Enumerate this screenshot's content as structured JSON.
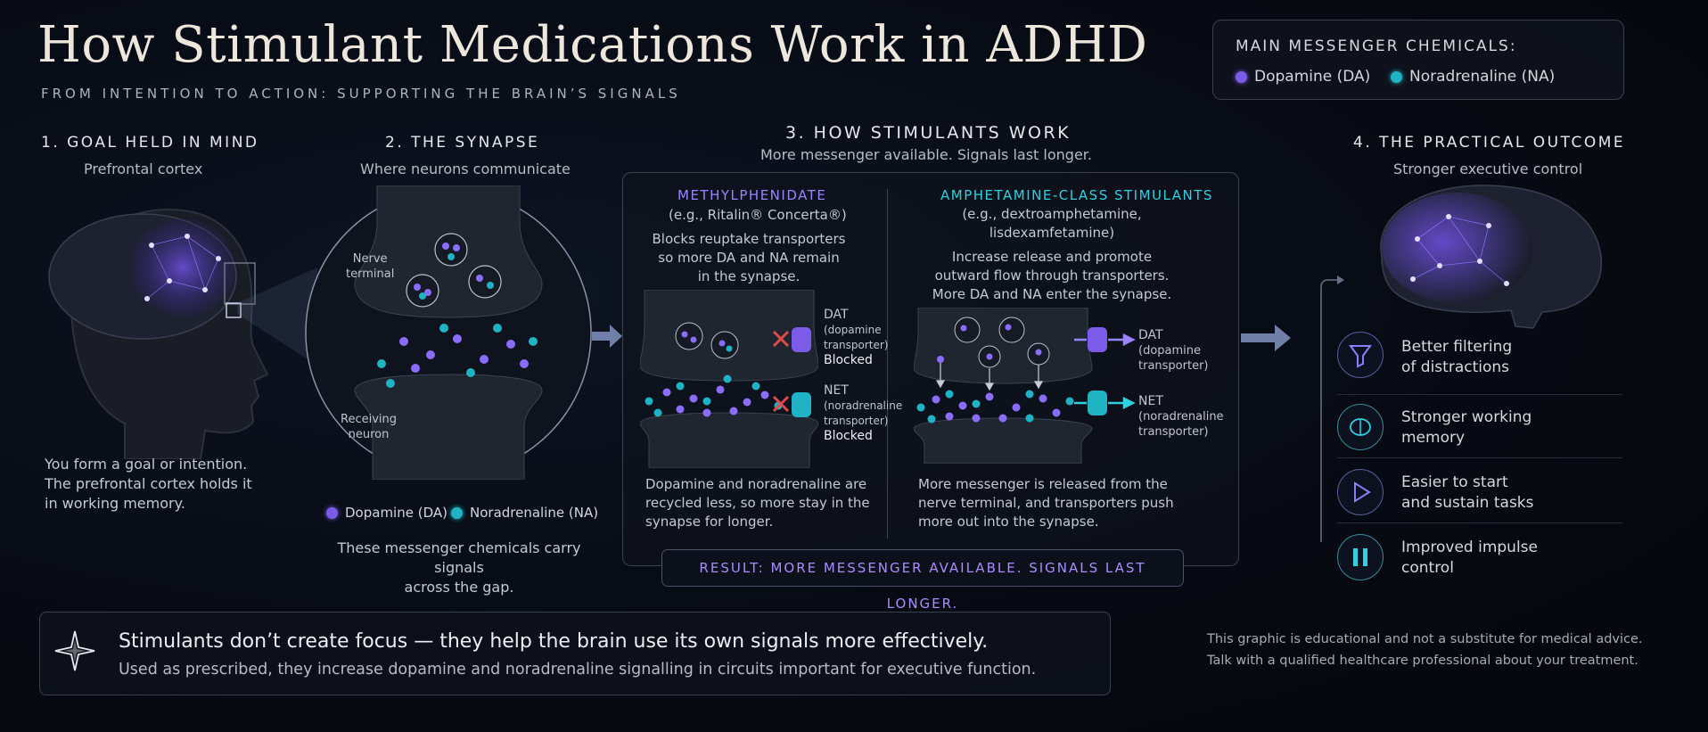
{
  "header": {
    "title": "How Stimulant Medications Work in ADHD",
    "subtitle": "FROM INTENTION TO ACTION: SUPPORTING THE BRAIN’S SIGNALS"
  },
  "legend": {
    "title": "MAIN MESSENGER CHEMICALS:",
    "items": [
      {
        "label": "Dopamine (DA)",
        "color": "#7b5ce8"
      },
      {
        "label": "Noradrenaline (NA)",
        "color": "#1fb3c4"
      }
    ]
  },
  "section1": {
    "heading": "1. GOAL HELD IN MIND",
    "sub": "Prefrontal cortex",
    "body": [
      "You form a goal or intention.",
      "The prefrontal cortex holds it",
      "in working memory."
    ]
  },
  "section2": {
    "heading": "2. THE SYNAPSE",
    "sub": "Where neurons communicate",
    "label_nerve": [
      "Nerve",
      "terminal"
    ],
    "label_receiving": [
      "Receiving",
      "neuron"
    ],
    "legend_da": "Dopamine (DA)",
    "legend_na": "Noradrenaline (NA)",
    "body": [
      "These messenger chemicals carry signals",
      "across the gap."
    ]
  },
  "section3": {
    "heading": "3. HOW STIMULANTS WORK",
    "sub": "More messenger available. Signals last longer.",
    "methylphenidate": {
      "title": "METHYLPHENIDATE",
      "examples": "(e.g., Ritalin® Concerta®)",
      "desc": [
        "Blocks reuptake transporters",
        "so more DA and NA remain",
        "in the synapse."
      ],
      "dat": [
        "DAT",
        "(dopamine",
        "transporter)"
      ],
      "dat_status": "Blocked",
      "net": [
        "NET",
        "(noradrenaline",
        "transporter)"
      ],
      "net_status": "Blocked",
      "footer": [
        "Dopamine and noradrenaline are",
        "recycled less, so more stay in the",
        "synapse for longer."
      ]
    },
    "amphetamine": {
      "title": "AMPHETAMINE-CLASS STIMULANTS",
      "examples": [
        "(e.g., dextroamphetamine,",
        "lisdexamfetamine)"
      ],
      "desc": [
        "Increase release and promote",
        "outward flow through transporters.",
        "More DA and NA enter the synapse."
      ],
      "dat": [
        "DAT",
        "(dopamine",
        "transporter)"
      ],
      "net": [
        "NET",
        "(noradrenaline",
        "transporter)"
      ],
      "footer": [
        "More messenger is released from the",
        "nerve terminal, and transporters push",
        "more out into the synapse."
      ]
    },
    "result": "RESULT: MORE MESSENGER AVAILABLE. SIGNALS LAST LONGER."
  },
  "section4": {
    "heading": "4. THE PRACTICAL OUTCOME",
    "sub": "Stronger executive control",
    "outcomes": [
      {
        "icon": "filter-icon",
        "label": [
          "Better filtering",
          "of distractions"
        ]
      },
      {
        "icon": "brain-icon",
        "label": [
          "Stronger working",
          "memory"
        ]
      },
      {
        "icon": "play-icon",
        "label": [
          "Easier to start",
          "and sustain tasks"
        ]
      },
      {
        "icon": "pause-icon",
        "label": [
          "Improved impulse",
          "control"
        ]
      }
    ]
  },
  "footer": {
    "headline": "Stimulants don’t create focus — they help the brain use its own signals more effectively.",
    "detail": "Used as prescribed, they increase dopamine and noradrenaline signalling in circuits important for executive function.",
    "disclaimer": [
      "This graphic is educational and not a substitute for medical advice.",
      "Talk with a qualified healthcare professional about your treatment."
    ]
  },
  "colors": {
    "dopamine": "#7b5ce8",
    "noradrenaline": "#1fb3c4",
    "methylphenidate": "#9a84ff",
    "amphetamine": "#2fd1e0"
  }
}
